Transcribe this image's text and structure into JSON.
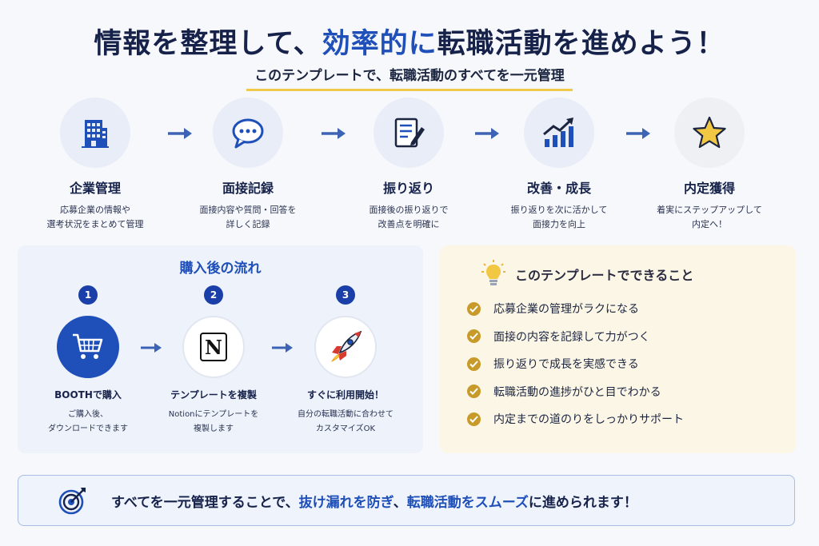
{
  "header": {
    "title_part1": "情報を整理して、",
    "title_highlight": "効率的に",
    "title_part2": "転職活動を進めよう！",
    "subtitle": "このテンプレートで、転職活動のすべてを一元管理"
  },
  "steps": [
    {
      "icon": "building-icon",
      "name": "企業管理",
      "desc_line1": "応募企業の情報や",
      "desc_line2": "選考状況をまとめて管理"
    },
    {
      "icon": "speech-bubble-icon",
      "name": "面接記録",
      "desc_line1": "面接内容や質問・回答を",
      "desc_line2": "詳しく記録"
    },
    {
      "icon": "note-pen-icon",
      "name": "振り返り",
      "desc_line1": "面接後の振り返りで",
      "desc_line2": "改善点を明確に"
    },
    {
      "icon": "growth-chart-icon",
      "name": "改善・成長",
      "desc_line1": "振り返りを次に活かして",
      "desc_line2": "面接力を向上"
    },
    {
      "icon": "star-icon",
      "name": "内定獲得",
      "desc_line1": "着実にステップアップして",
      "desc_line2": "内定へ！"
    }
  ],
  "purchase": {
    "title": "購入後の流れ",
    "steps": [
      {
        "num": "1",
        "icon": "cart-icon",
        "name": "BOOTHで購入",
        "desc_line1": "ご購入後、",
        "desc_line2": "ダウンロードできます"
      },
      {
        "num": "2",
        "icon": "notion-logo-icon",
        "logo_text": "N",
        "name": "テンプレートを複製",
        "desc_line1": "Notionにテンプレートを",
        "desc_line2": "複製します"
      },
      {
        "num": "3",
        "icon": "rocket-icon",
        "name": "すぐに利用開始！",
        "desc_line1": "自分の転職活動に合わせて",
        "desc_line2": "カスタマイズOK"
      }
    ]
  },
  "benefits": {
    "title": "このテンプレートでできること",
    "items": [
      "応募企業の管理がラクになる",
      "面接の内容を記録して力がつく",
      "振り返りで成長を実感できる",
      "転職活動の進捗がひと目でわかる",
      "内定までの道のりをしっかりサポート"
    ]
  },
  "banner": {
    "part1": "すべてを一元管理することで、",
    "highlight1": "抜け漏れを防ぎ",
    "part2": "、",
    "highlight2": "転職活動をスムーズ",
    "part3": "に進められます！"
  },
  "colors": {
    "primary": "#1f4fb8",
    "navy": "#16224a",
    "gold": "#c89a2a",
    "accent_underline": "#f0c84a"
  }
}
